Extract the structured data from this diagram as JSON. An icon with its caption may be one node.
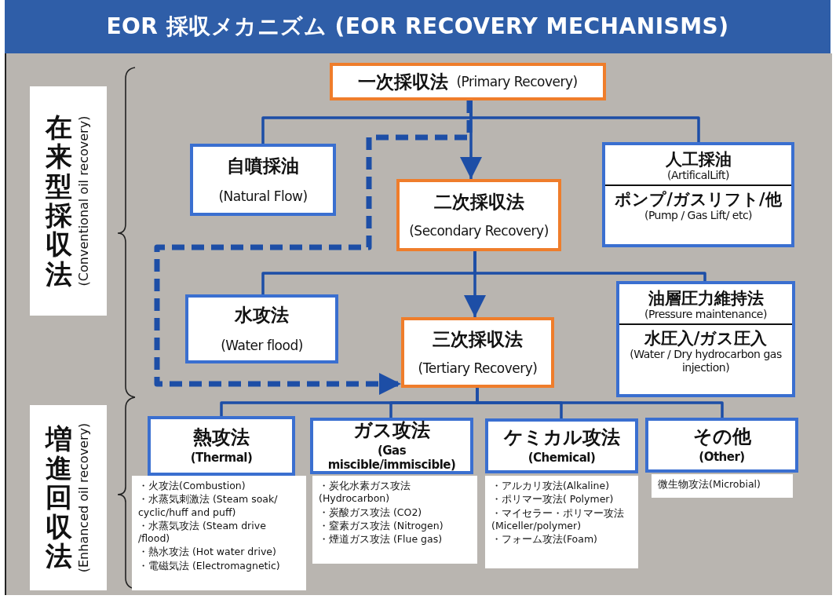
{
  "diagram": {
    "title": "EOR 採収メカニズム (EOR RECOVERY MECHANISMS)",
    "nodes": [
      {
        "text": [
          "一次採収法",
          "(Primary Recovery)"
        ]
      },
      {
        "text": [
          "自噴採油",
          "(Natural Flow)"
        ]
      },
      {
        "text": [
          "二次採収法",
          "(Secondary Recovery)"
        ]
      },
      {
        "text": [
          "人工採油",
          "(ArtificalLift)",
          "ポンプ/ガスリフト/他",
          "(Pump / Gas Lift/ etc)"
        ]
      },
      {
        "text": [
          "水攻法",
          "(Water flood)"
        ]
      },
      {
        "text": [
          "三次採収法",
          "(Tertiary Recovery)"
        ]
      },
      {
        "text": [
          "油層圧力維持法",
          "(Pressure maintenance)",
          "水圧入/ガス圧入",
          "(Water / Dry hydrocarbon gas injection)"
        ]
      },
      {
        "text": [
          "熱攻法",
          "(Thermal)"
        ]
      },
      {
        "text": [
          "ガス攻法",
          "(Gas miscible/immiscible)"
        ]
      },
      {
        "text": [
          "ケミカル攻法",
          "(Chemical)"
        ]
      },
      {
        "text": [
          "その他",
          "(Other)"
        ]
      },
      {
        "text": [
          "・火攻法(Combustion)",
          "・水蒸気刺激法 (Steam soak/ cyclic/huff and puff)",
          "・水蒸気攻法 (Steam drive /flood)",
          "・熱水攻法 (Hot water drive)",
          "・電磁気法 (Electromagnetic)"
        ]
      },
      {
        "text": [
          "・炭化水素ガス攻法 (Hydrocarbon)",
          "・炭酸ガス攻法 (CO2)",
          "・窒素ガス攻法 (Nitrogen)",
          "・煙道ガス攻法 (Flue gas)"
        ]
      },
      {
        "text": [
          "・アルカリ攻法(Alkaline)",
          "・ポリマー攻法( Polymer)",
          "・マイセラー・ポリマー攻法(Miceller/polymer)",
          "・フォーム攻法(Foam)"
        ]
      },
      {
        "text": [
          "微生物攻法(Microbial)"
        ]
      },
      {
        "text": [
          "在来型採収法",
          "(Conventional oil recovery)"
        ]
      },
      {
        "text": [
          "増進回収法",
          "(Enhanced oil recovery)"
        ]
      }
    ],
    "edges": [
      {
        "from": 0,
        "to": 1,
        "arrow": "none"
      },
      {
        "from": 0,
        "to": 2,
        "arrow": "to"
      },
      {
        "from": 0,
        "to": 3,
        "arrow": "none"
      },
      {
        "from": 0,
        "to": 5,
        "arrow": "to",
        "style": "dashed"
      },
      {
        "from": 2,
        "to": 4,
        "arrow": "none"
      },
      {
        "from": 2,
        "to": 5,
        "arrow": "to"
      },
      {
        "from": 2,
        "to": 6,
        "arrow": "none"
      },
      {
        "from": 5,
        "to": 7,
        "arrow": "none"
      },
      {
        "from": 5,
        "to": 8,
        "arrow": "none"
      },
      {
        "from": 5,
        "to": 9,
        "arrow": "none"
      },
      {
        "from": 5,
        "to": 10,
        "arrow": "none"
      }
    ]
  }
}
